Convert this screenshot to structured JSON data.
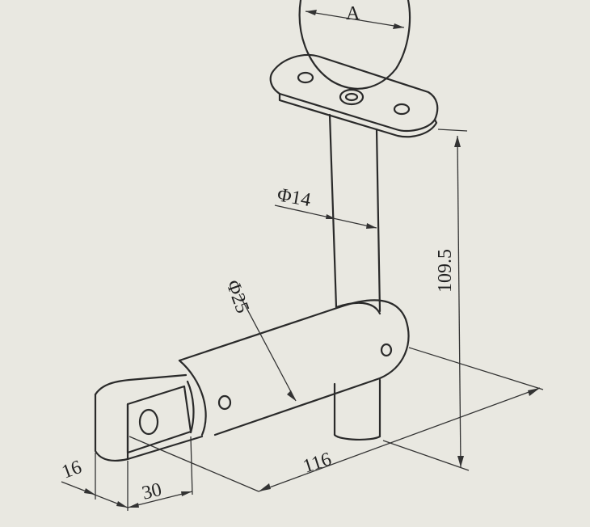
{
  "drawing": {
    "dimensions": {
      "width_a": "A",
      "post_diameter": "Φ14",
      "tube_diameter": "Φ25",
      "height": "109.5",
      "length": "116",
      "end_width": "30",
      "end_thickness": "16"
    },
    "colors": {
      "paper": "#e9e8e1",
      "ink": "#2a2a2a"
    }
  }
}
